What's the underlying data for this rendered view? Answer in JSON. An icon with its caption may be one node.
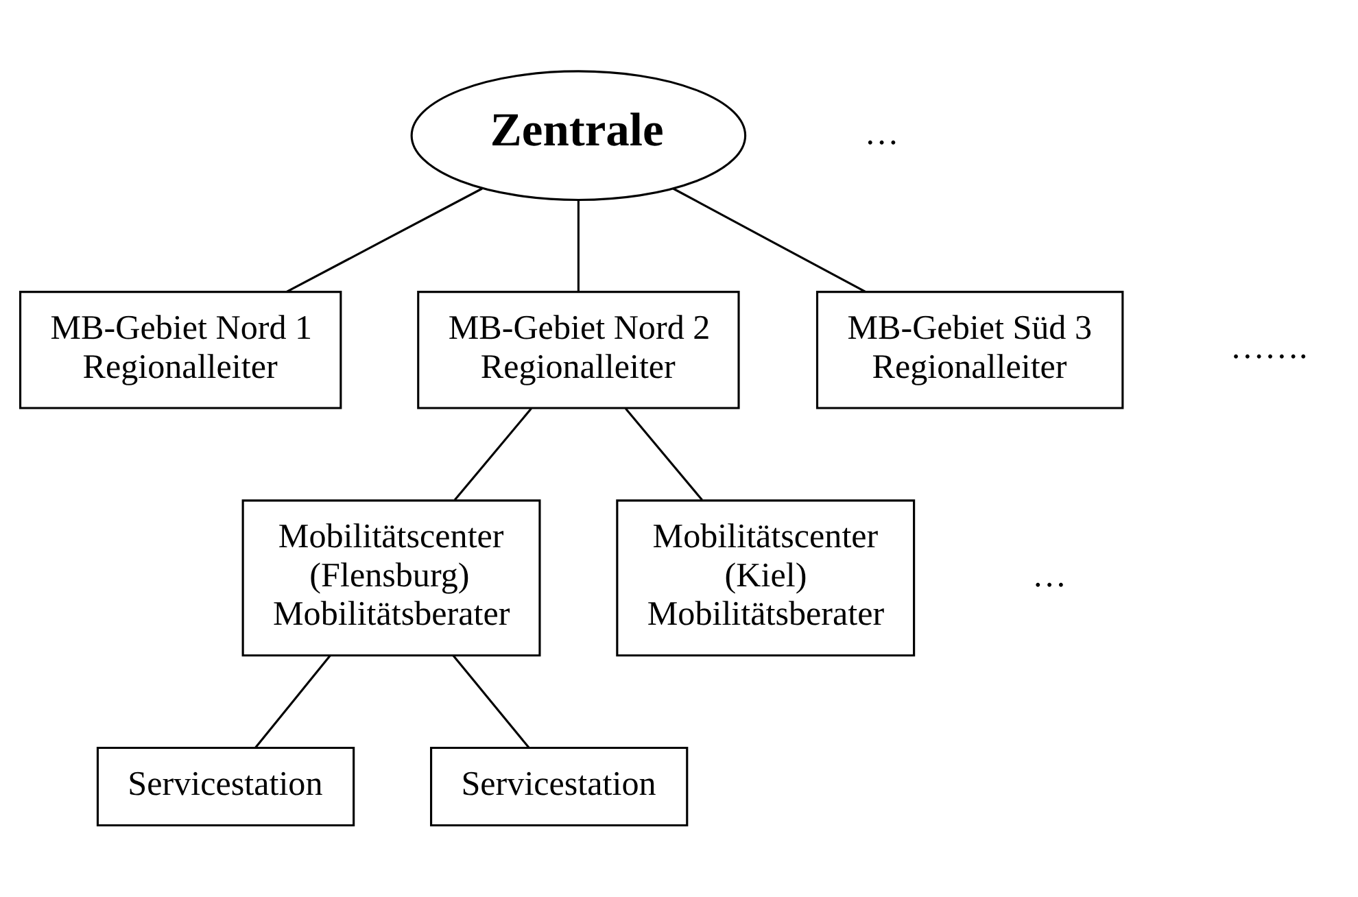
{
  "diagram": {
    "nodes": [
      {
        "text": [
          "Zentrale"
        ]
      },
      {
        "text": [
          "MB-Gebiet Nord 1 Regionalleiter"
        ]
      },
      {
        "text": [
          "MB-Gebiet Nord 2 Regionalleiter"
        ]
      },
      {
        "text": [
          "MB-Gebiet Süd 3 Regionalleiter"
        ]
      },
      {
        "text": [
          "Mobilitätscenter (Flensburg) Mobilitätsberater"
        ]
      },
      {
        "text": [
          "Mobilitätscenter (Kiel) Mobilitätsberater"
        ]
      },
      {
        "text": [
          "Servicestation"
        ]
      },
      {
        "text": [
          "Servicestation"
        ]
      }
    ],
    "edges": [
      {
        "from": 0,
        "to": 1,
        "arrow": "none"
      },
      {
        "from": 0,
        "to": 2,
        "arrow": "none"
      },
      {
        "from": 0,
        "to": 3,
        "arrow": "none"
      },
      {
        "from": 2,
        "to": 4,
        "arrow": "none"
      },
      {
        "from": 2,
        "to": 5,
        "arrow": "none"
      },
      {
        "from": 4,
        "to": 6,
        "arrow": "none"
      },
      {
        "from": 4,
        "to": 7,
        "arrow": "none"
      }
    ],
    "labels": [
      "…….",
      "…",
      "…"
    ]
  }
}
